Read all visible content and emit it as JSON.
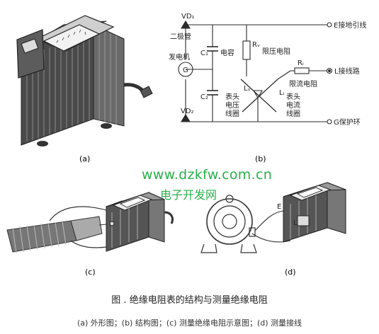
{
  "panels": {
    "a": "(a)",
    "b": "(b)",
    "c": "(c)",
    "d": "(d)"
  },
  "circuit": {
    "vd1": "VD₁",
    "diode": "二极管",
    "generator": "发电机",
    "gen_symbol": "G",
    "c1": "C₁",
    "capacitor": "电容",
    "c2": "C₂",
    "vd2": "VD₂",
    "rv": "Rᵥ",
    "rv_name": "限压电阻",
    "ri": "Rᵢ",
    "ri_name": "限流电阻",
    "lv": "Lᵥ",
    "li": "Lᵢ",
    "head_voltage_1": "表头",
    "head_voltage_2": "电压",
    "head_voltage_3": "线圈",
    "head_current_1": "表头",
    "head_current_2": "电流",
    "head_current_3": "线圈",
    "term_e": "E接地引线",
    "term_l": "L接线路",
    "term_g": "G保护环"
  },
  "measure": {
    "e_label": "E",
    "l_label": "L"
  },
  "watermark": {
    "url": "www.dzkfw.com.cn",
    "name": "电子开发网"
  },
  "caption": {
    "title": "图   .    绝缘电阻表的结构与测量绝缘电阻",
    "sub": "(a) 外形图；(b) 结构图；(c) 测量绝缘电阻示意图；(d) 测量接线"
  },
  "colors": {
    "line": "#2a2a2a",
    "watermark": "#28b04a",
    "meter_body": "#5a5a5a"
  }
}
